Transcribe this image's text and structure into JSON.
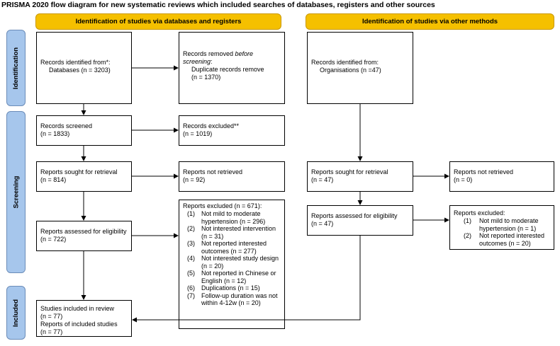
{
  "title": "PRISMA 2020 flow diagram for new systematic reviews which included searches of databases, registers and other sources",
  "headers": {
    "left": "Identification of studies via databases and registers",
    "right": "Identification of studies via other methods"
  },
  "sides": {
    "identification": "Identification",
    "screening": "Screening",
    "included": "Included"
  },
  "left": {
    "identified": {
      "line1": "Records identified from*:",
      "line2": "Databases (n = 3203)"
    },
    "removed": {
      "line1a": "Records removed ",
      "line1b": "before",
      "line2": "screening",
      "line2b": ":",
      "line3": "Duplicate records remove",
      "line4": "(n = 1370)"
    },
    "screened": {
      "line1": "Records screened",
      "line2": "(n = 1833)"
    },
    "excluded": {
      "line1": "Records excluded**",
      "line2": "(n = 1019)"
    },
    "sought": {
      "line1": "Reports sought for retrieval",
      "line2": "(n = 814)"
    },
    "not_retrieved": {
      "line1": "Reports not retrieved",
      "line2": "(n = 92)"
    },
    "assessed": {
      "line1": "Reports assessed for eligibility",
      "line2": "(n = 722)"
    },
    "reports_excluded": {
      "heading": "Reports excluded (n = 671):",
      "items": [
        {
          "num": "(1)",
          "text": "Not mild to moderate hypertension (n = 296)"
        },
        {
          "num": "(2)",
          "text": "Not interested intervention (n = 31)"
        },
        {
          "num": "(3)",
          "text": "Not reported interested outcomes (n = 277)"
        },
        {
          "num": "(4)",
          "text": "Not interested study design (n = 20)"
        },
        {
          "num": "(5)",
          "text": "Not reported in Chinese or English (n = 12)"
        },
        {
          "num": "(6)",
          "text": "Duplications (n = 15)"
        },
        {
          "num": "(7)",
          "text": "Follow-up duration was not within 4-12w (n = 20)"
        }
      ]
    },
    "included": {
      "line1": "Studies included in review",
      "line2": "(n = 77)",
      "line3": "Reports of included studies",
      "line4": "(n = 77)"
    }
  },
  "right": {
    "identified": {
      "line1": "Records identified from:",
      "line2": "Organisations (n =47)"
    },
    "sought": {
      "line1": "Reports sought for retrieval",
      "line2": "(n = 47)"
    },
    "not_retrieved": {
      "line1": "Reports not retrieved",
      "line2": "(n = 0)"
    },
    "assessed": {
      "line1": "Reports assessed for eligibility",
      "line2": "(n = 47)"
    },
    "excluded": {
      "heading": "Reports excluded:",
      "items": [
        {
          "num": "(1)",
          "text": "Not mild to moderate hypertension (n = 1)"
        },
        {
          "num": "(2)",
          "text": "Not reported interested outcomes (n = 20)"
        }
      ]
    }
  },
  "colors": {
    "header": "#f5c000",
    "side": "#a6c6ec",
    "line": "#000000"
  }
}
